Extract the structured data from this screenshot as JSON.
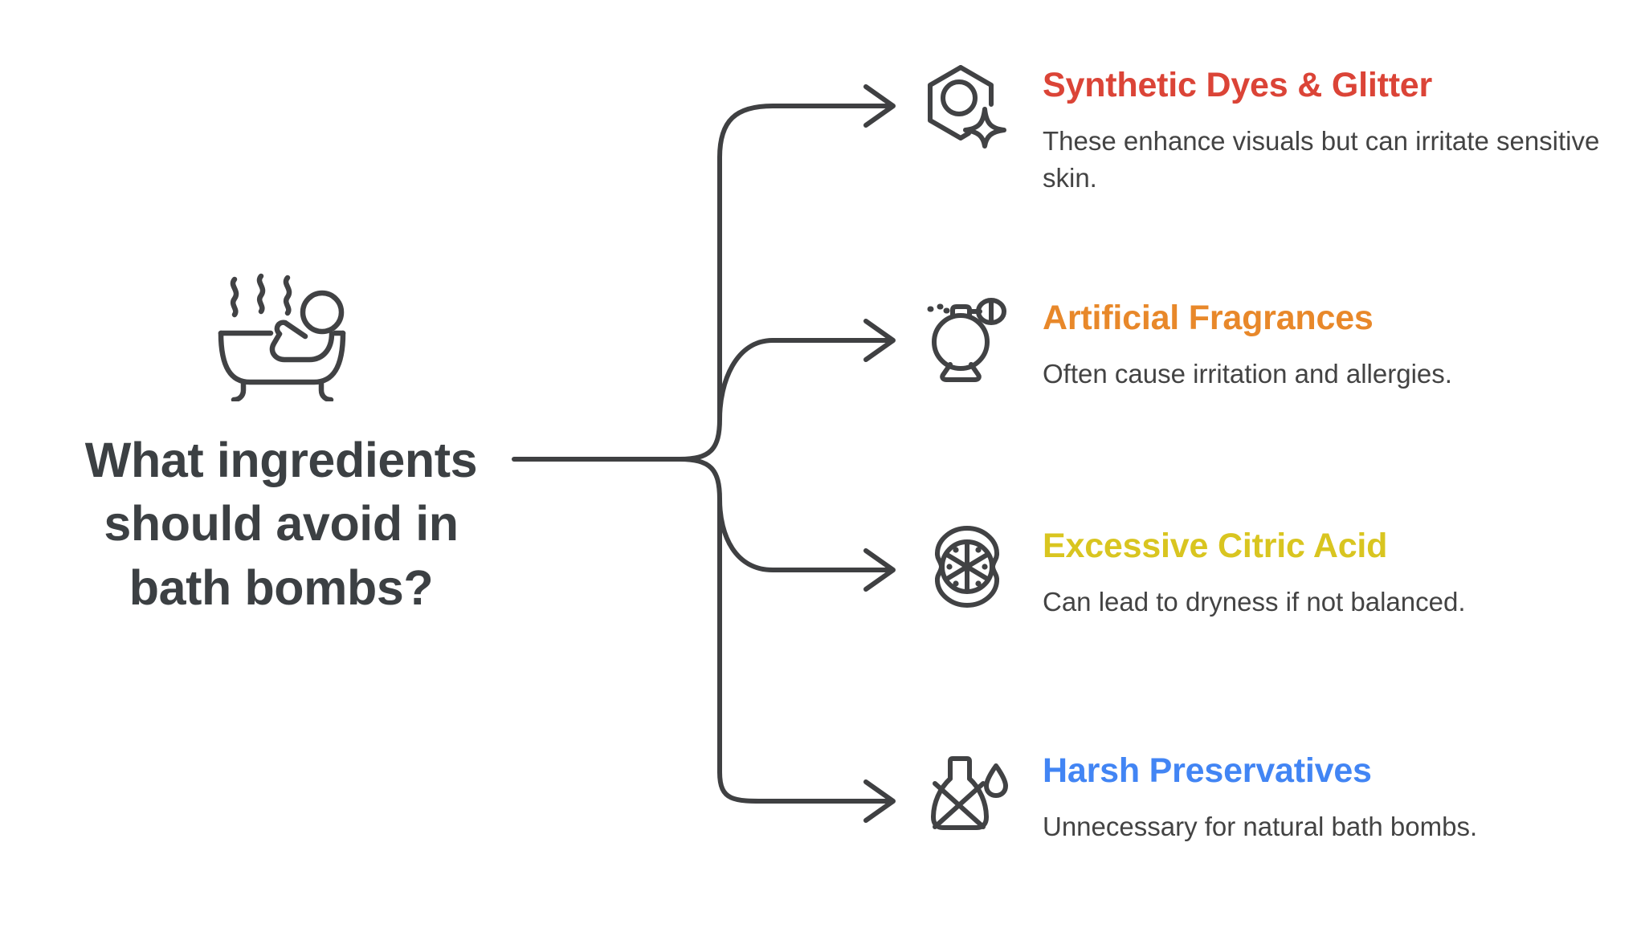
{
  "page": {
    "background_color": "#ffffff",
    "line_color": "#3f4042",
    "icon_color": "#414244"
  },
  "root": {
    "icon": "bathtub-with-steam-icon",
    "title": "What ingredients should avoid in bath bombs?",
    "title_line_1": "What ingredients",
    "title_line_2": "should avoid in",
    "title_line_3": "bath bombs?",
    "title_color": "#3c4043"
  },
  "branches": [
    {
      "icon": "gem-sparkle-icon",
      "heading": "Synthetic Dyes & Glitter",
      "heading_color": "#db4437",
      "description": "These enhance visuals but can irritate sensitive skin."
    },
    {
      "icon": "perfume-atomizer-icon",
      "heading": "Artificial Fragrances",
      "heading_color": "#e8882a",
      "description": "Often cause irritation and allergies."
    },
    {
      "icon": "citrus-slice-icon",
      "heading": "Excessive Citric Acid",
      "heading_color": "#d9c520",
      "description": "Can lead to dryness if not balanced."
    },
    {
      "icon": "bottle-no-chemicals-droplet-icon",
      "heading": "Harsh Preservatives",
      "heading_color": "#4285f4",
      "description": "Unnecessary for natural bath bombs."
    }
  ],
  "connectors": {
    "type": "branching-arrows",
    "count": 4,
    "color": "#3f4042",
    "description": "One horizontal stem from the root splits into four curved branches, each ending in an arrowhead pointing at a branch icon."
  }
}
